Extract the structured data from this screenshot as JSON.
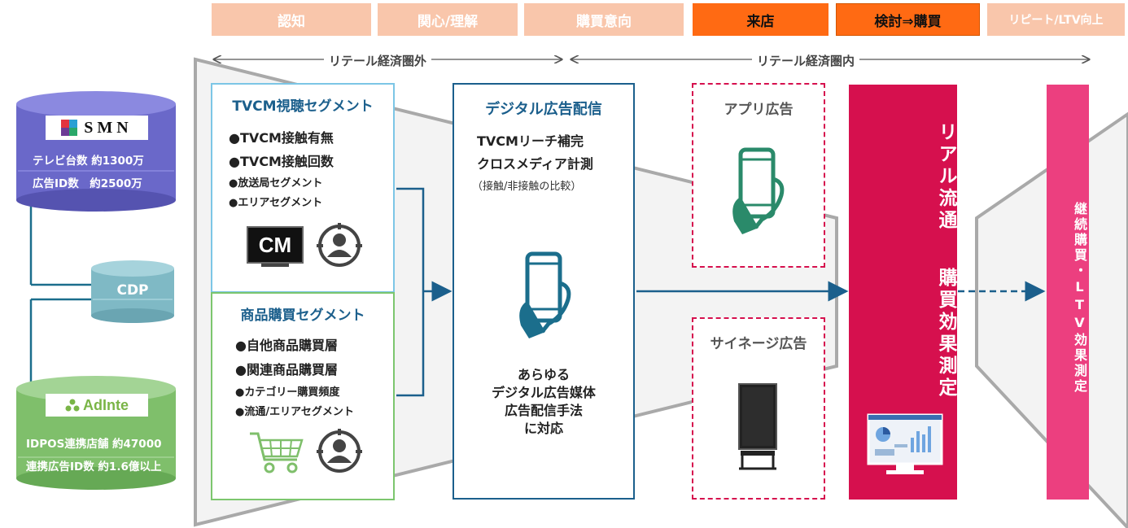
{
  "stages": [
    {
      "label": "認知",
      "tone": "light"
    },
    {
      "label": "関心/理解",
      "tone": "light"
    },
    {
      "label": "購買意向",
      "tone": "light"
    },
    {
      "label": "来店",
      "tone": "dark"
    },
    {
      "label": "検討⇒購買",
      "tone": "dark"
    },
    {
      "label": "リピート/LTV向上",
      "tone": "light"
    }
  ],
  "ranges": {
    "outside": "リテール経済圏外",
    "inside": "リテール経済圏内"
  },
  "databases": {
    "smn": {
      "logo": "SMN",
      "line1": "テレビ台数 約1300万",
      "line2": "広告ID数　約2500万"
    },
    "cdp": {
      "label": "CDP"
    },
    "adinte": {
      "logo": "AdInte",
      "line1": "IDPOS連携店舗 約47000",
      "line2": "連携広告ID数 約1.6億以上"
    }
  },
  "tvcm_segment": {
    "title": "TVCM視聴セグメント",
    "items": [
      "●TVCM接触有無",
      "●TVCM接触回数"
    ],
    "sub_items": [
      "●放送局セグメント",
      "●エリアセグメント"
    ],
    "cm_label": "CM"
  },
  "purchase_segment": {
    "title": "商品購買セグメント",
    "items": [
      "●自他商品購買層",
      "●関連商品購買層"
    ],
    "sub_items": [
      "●カテゴリー購買頻度",
      "●流通/エリアセグメント"
    ]
  },
  "digital": {
    "title": "デジタル広告配信",
    "lines": [
      "TVCMリーチ補完",
      "クロスメディア計測"
    ],
    "note": "（接触/非接触の比較）",
    "bottom": [
      "あらゆる",
      "デジタル広告媒体",
      "広告配信手法",
      "に対応"
    ]
  },
  "app_ad": {
    "title": "アプリ広告"
  },
  "signage_ad": {
    "title": "サイネージ広告"
  },
  "real": {
    "text": "リアル流通 購買効果測定"
  },
  "ltv": {
    "text": "継続購買・LTV効果測定"
  },
  "colors": {
    "stage_light": "#f9c6ab",
    "stage_dark": "#ff6a13",
    "real_bar": "#d6104e",
    "ltv_bar": "#ec3f7f",
    "blue_title": "#1b5f8c",
    "flow_line": "#1b5f8c",
    "smn_cylinder": "#6a68c9",
    "cdp_cylinder": "#7fb9c5",
    "adinte_cylinder": "#7fbf6b"
  },
  "icons": [
    "tv-icon",
    "person-target-icon",
    "smartphone-hand-icon",
    "shopping-cart-icon",
    "signage-icon",
    "dashboard-monitor-icon"
  ]
}
